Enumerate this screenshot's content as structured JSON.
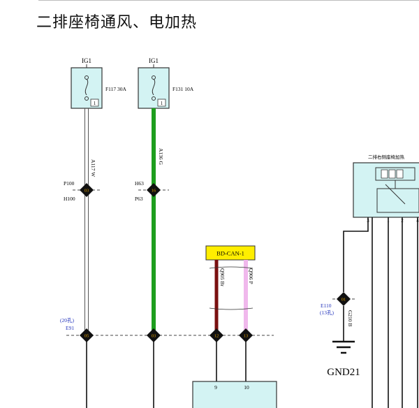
{
  "title": "二排座椅通风、电加热",
  "fuses": [
    {
      "source": "IG1",
      "name": "F117 30A",
      "pin": "1"
    },
    {
      "source": "IG1",
      "name": "F131 10A",
      "pin": "1"
    }
  ],
  "wires": {
    "w1": "A117 W",
    "w2": "A136 G",
    "can_high": "Q905 Br",
    "can_low": "Q906 P",
    "ground": "G210 B"
  },
  "connectors": {
    "c1": {
      "top": "P100",
      "bottom": "H100",
      "pin": "03"
    },
    "c2": {
      "top": "H63",
      "bottom": "P63",
      "pin": "16"
    },
    "e91": {
      "label": "(20孔)",
      "name": "E91",
      "pins": [
        "05",
        "03",
        "12",
        "13"
      ]
    },
    "e110": {
      "name": "E110",
      "label": "(13孔)",
      "pin": "01"
    }
  },
  "can_bus": "BD-CAN-1",
  "module": {
    "pins": [
      "9",
      "10"
    ]
  },
  "seat_unit": {
    "label": "二排右侧座椅加热",
    "pins": [
      "3",
      "1",
      "2",
      "4"
    ]
  },
  "ground_label": "GND21",
  "colors": {
    "wire_green": "#1e9e1e",
    "wire_brown": "#7a1010",
    "wire_pink": "#f0b8ec",
    "box_fill": "#d3f3f3",
    "can_fill": "#ffee00",
    "connector_fill": "#111111",
    "connector_text": "#e0a000",
    "blue_text": "#2233bb"
  }
}
